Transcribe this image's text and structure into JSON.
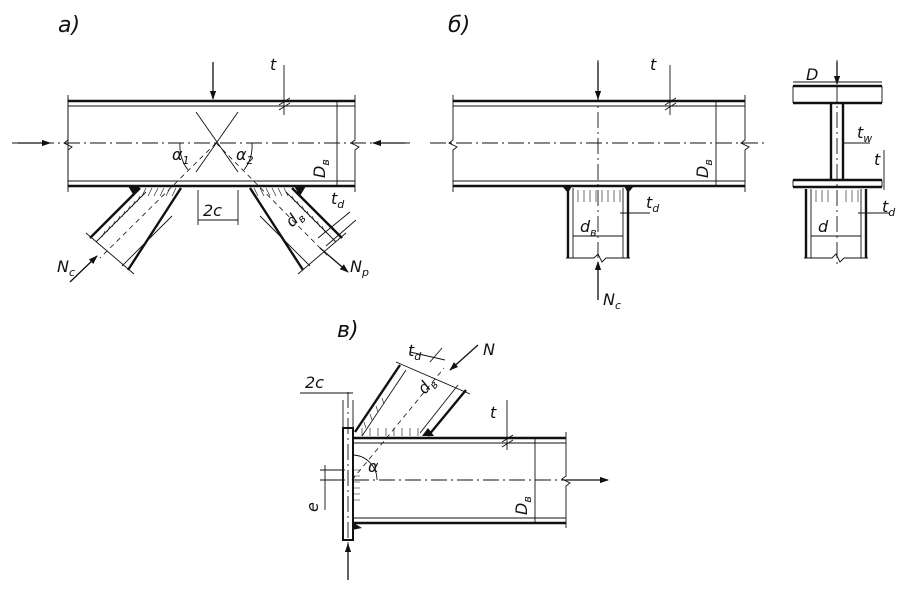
{
  "panels": {
    "a": {
      "title": "а)",
      "labels": {
        "t": "t",
        "D": "D",
        "D_sub": "в",
        "a1": "α",
        "a1_sub": "1",
        "a2": "α",
        "a2_sub": "2",
        "two_c": "2c",
        "d": "d",
        "d_sub": "в",
        "td": "t",
        "td_sub": "d",
        "Nc": "N",
        "Nc_sub": "c",
        "Np": "N",
        "Np_sub": "p"
      }
    },
    "b": {
      "title": "б)",
      "labels": {
        "t": "t",
        "D": "D",
        "D_sub": "в",
        "d": "d",
        "d_sub": "в",
        "td": "t",
        "td_sub": "d",
        "Nc": "N",
        "Nc_sub": "c"
      }
    },
    "b2": {
      "labels": {
        "D": "D",
        "tw": "t",
        "tw_sub": "w",
        "t": "t",
        "td": "t",
        "td_sub": "d",
        "d": "d"
      }
    },
    "c": {
      "title": "в)",
      "labels": {
        "td": "t",
        "td_sub": "d",
        "N": "N",
        "two_c": "2c",
        "d": "d",
        "d_sub": "в",
        "t": "t",
        "alpha": "α",
        "e": "e",
        "D": "D",
        "D_sub": "в"
      }
    }
  }
}
